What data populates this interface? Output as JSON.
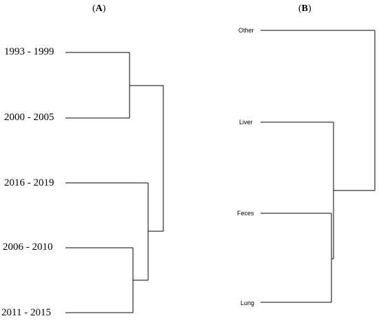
{
  "panel_a": {
    "label_open": "(",
    "label_letter": "A",
    "label_close": ")",
    "leaves": [
      "1993 - 1999",
      "2000 - 2005",
      "2016 - 2019",
      "2006 - 2010",
      "2011 - 2015"
    ]
  },
  "panel_b": {
    "label_open": "(",
    "label_letter": "B",
    "label_close": ")",
    "leaves": [
      "Other",
      "Liver",
      "Feces",
      "Lung"
    ]
  },
  "colors": {
    "line": "#000000",
    "text": "#000000",
    "background": "#ffffff"
  }
}
